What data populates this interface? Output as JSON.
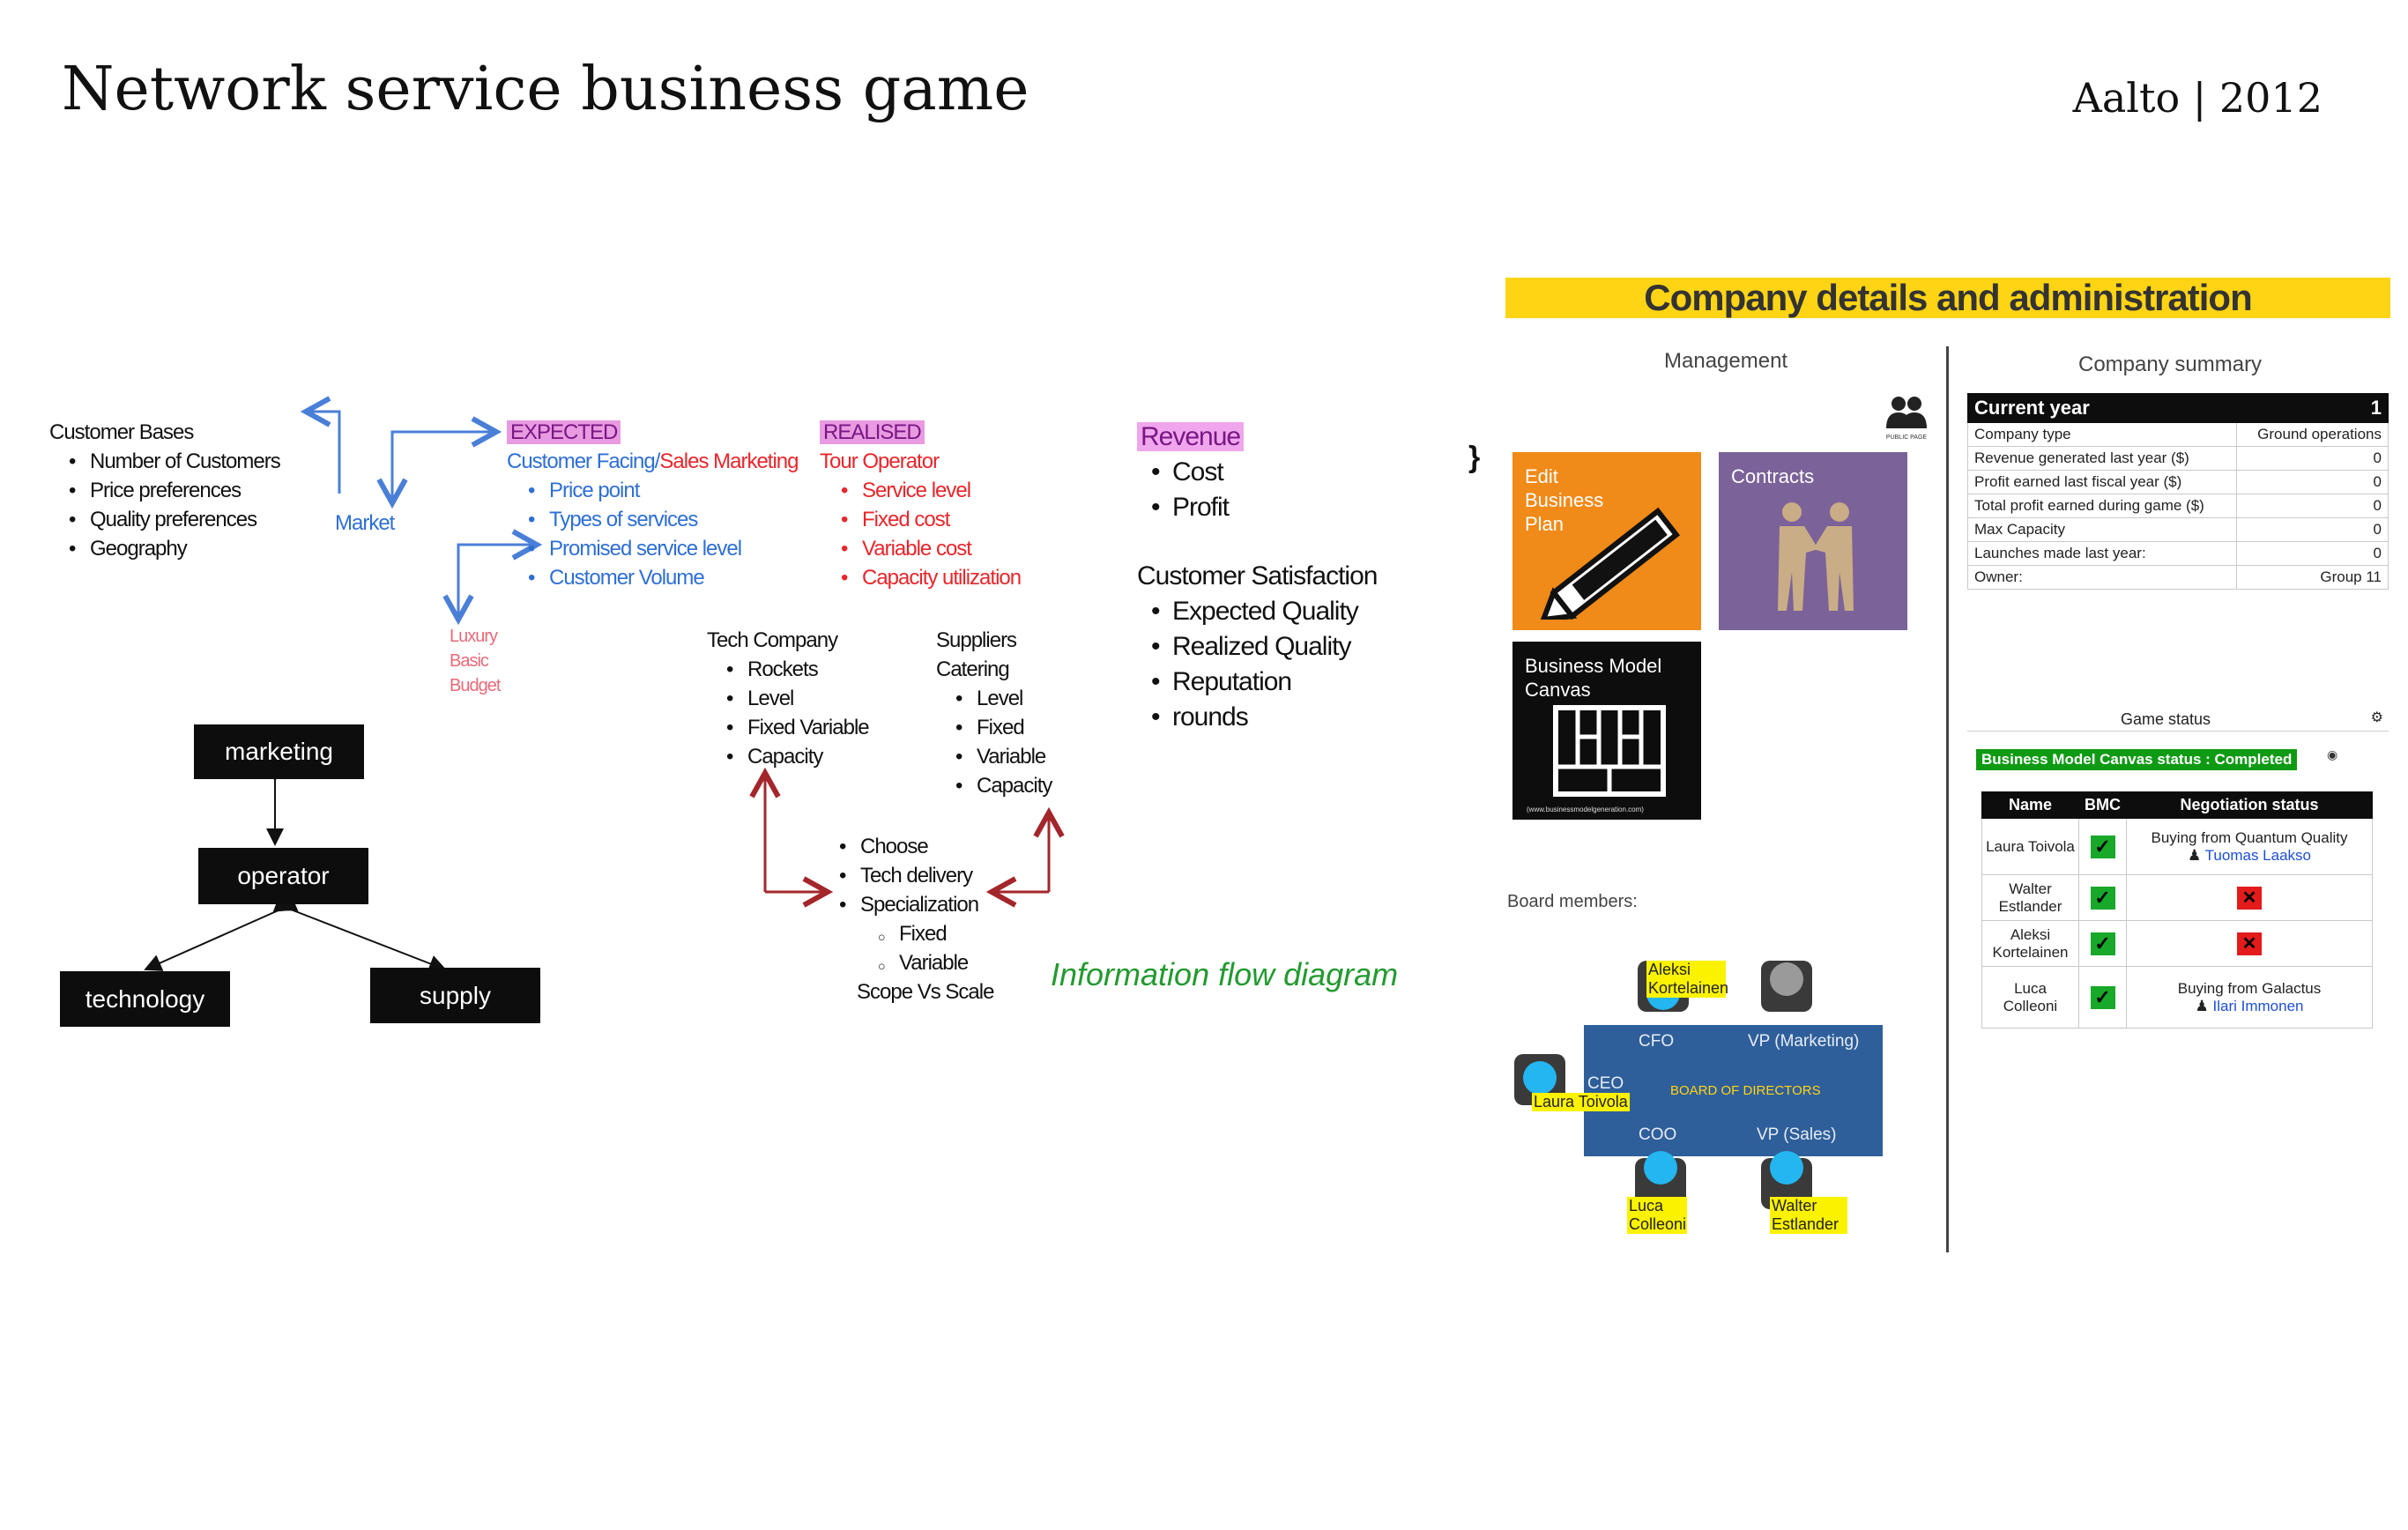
{
  "header": {
    "title": "Network service business game",
    "meta": "Aalto | 2012"
  },
  "flow": {
    "customer_bases": {
      "title": "Customer Bases",
      "items": [
        "Number of Customers",
        "Price preferences",
        "Quality preferences",
        "Geography"
      ]
    },
    "market": "Market",
    "expected": {
      "tag": "EXPECTED",
      "subtitle_blue": "Customer Facing/",
      "subtitle_red": "Sales Marketing",
      "items": [
        "Price point",
        "Types of services",
        "Promised service  level",
        "Customer Volume"
      ]
    },
    "realised": {
      "tag": "REALISED",
      "subtitle": "Tour Operator",
      "items": [
        "Service level",
        "Fixed cost",
        "Variable cost",
        "Capacity utilization"
      ]
    },
    "segments": [
      "Luxury",
      "Basic",
      "Budget"
    ],
    "revenue": {
      "tag": "Revenue",
      "items": [
        "Cost",
        "Profit"
      ]
    },
    "satisfaction": {
      "title": "Customer Satisfaction",
      "items": [
        "Expected Quality",
        "Realized Quality",
        "Reputation",
        "rounds"
      ]
    },
    "tech_company": {
      "title": "Tech Company",
      "items": [
        "Rockets",
        "Level",
        "Fixed Variable",
        "Capacity"
      ]
    },
    "suppliers": {
      "title": "Suppliers",
      "subtitle": "Catering",
      "items": [
        "Level",
        "Fixed",
        "Variable",
        "Capacity"
      ]
    },
    "choose": {
      "items": [
        "Choose",
        "Tech delivery",
        "Specialization"
      ],
      "sub_items": [
        "Fixed",
        "Variable"
      ],
      "footer": "Scope Vs Scale"
    },
    "caption": "Information flow diagram"
  },
  "org": {
    "marketing": "marketing",
    "operator": "operator",
    "technology": "technology",
    "supply": "supply"
  },
  "admin": {
    "banner": "Company details and administration",
    "management": "Management",
    "public_page": "PUBLIC PAGE",
    "tiles": {
      "edit_plan": "Edit Business Plan",
      "contracts": "Contracts",
      "bmc": "Business Model Canvas",
      "bmc_credit": "(www.businessmodelgeneration.com)"
    },
    "board_members_label": "Board members:",
    "board": {
      "cfo": "CFO",
      "vp_marketing": "VP (Marketing)",
      "ceo": "CEO",
      "center": "BOARD OF DIRECTORS",
      "coo": "COO",
      "vp_sales": "VP (Sales)"
    },
    "people": {
      "cfo": "Aleksi Kortelainen",
      "ceo": "Laura Toivola",
      "coo": "Luca Colleoni",
      "vp_sales": "Walter Estlander"
    },
    "summary": {
      "title": "Company summary",
      "head_label": "Current year",
      "head_value": "1",
      "rows": [
        {
          "label": "Company type",
          "value": "Ground operations"
        },
        {
          "label": "Revenue generated last year ($)",
          "value": "0"
        },
        {
          "label": "Profit earned last fiscal year ($)",
          "value": "0"
        },
        {
          "label": "Total profit earned during game ($)",
          "value": "0"
        },
        {
          "label": "Max Capacity",
          "value": "0"
        },
        {
          "label": "Launches made last year:",
          "value": "0"
        },
        {
          "label": "Owner:",
          "value": "Group 11"
        }
      ]
    },
    "game_status": {
      "title": "Game status",
      "bmc_status": "Business Model Canvas status :  Completed",
      "columns": [
        "Name",
        "BMC",
        "Negotiation status"
      ],
      "rows": [
        {
          "name": "Laura Toivola",
          "bmc": "✓",
          "status": "Buying from Quantum Quality",
          "buyer": "Tuomas Laakso"
        },
        {
          "name": "Walter Estlander",
          "bmc": "✓",
          "status": "✕",
          "buyer": ""
        },
        {
          "name": "Aleksi Kortelainen",
          "bmc": "✓",
          "status": "✕",
          "buyer": ""
        },
        {
          "name": "Luca Colleoni",
          "bmc": "✓",
          "status": "Buying from Galactus",
          "buyer": "Ilari Immonen"
        }
      ]
    }
  }
}
